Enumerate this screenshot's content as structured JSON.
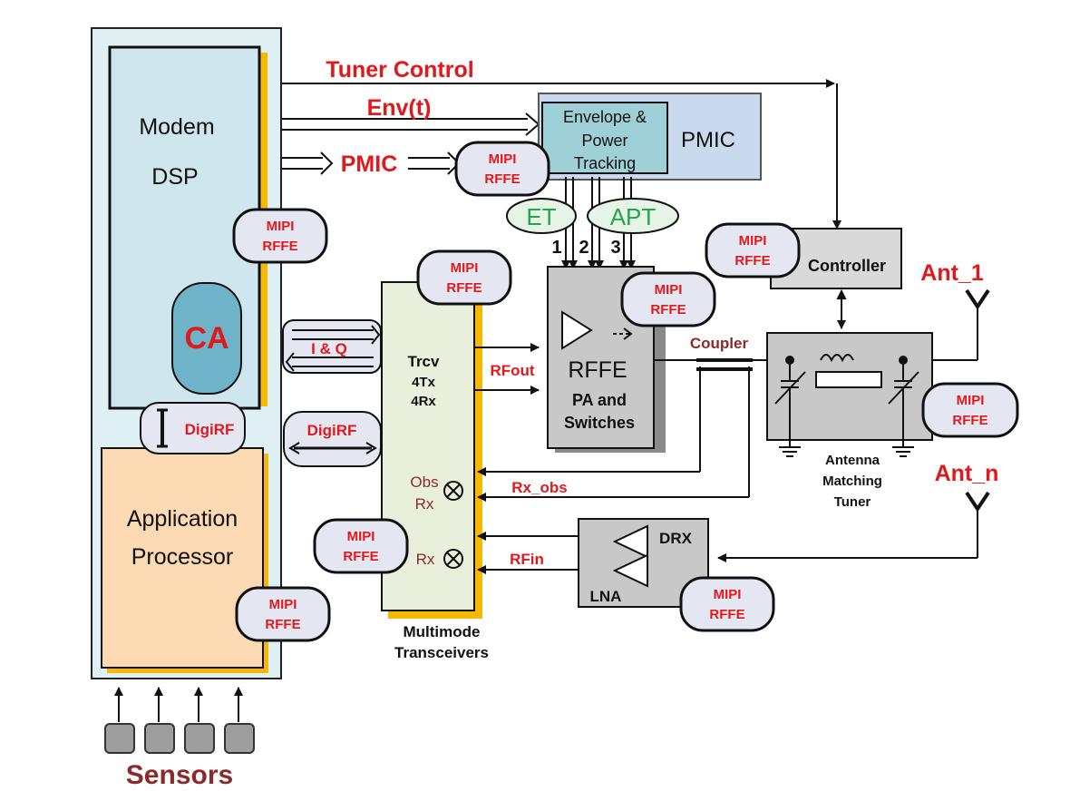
{
  "labels": {
    "modem": "Modem",
    "dsp": "DSP",
    "ca": "CA",
    "digirf_left": "DigiRF",
    "digirf_right": "DigiRF",
    "app_line1": "Application",
    "app_line2": "Processor",
    "sensors": "Sensors",
    "tuner_control": "Tuner Control",
    "envt": "Env(t)",
    "pmic_signal": "PMIC",
    "env_line1": "Envelope &",
    "env_line2": "Power",
    "env_line3": "Tracking",
    "pmic_block": "PMIC",
    "et": "ET",
    "apt": "APT",
    "num1": "1",
    "num2": "2",
    "num3": "3",
    "iq": "I & Q",
    "trcv_line1": "Trcv",
    "trcv_line2": "4Tx",
    "trcv_line3": "4Rx",
    "obs_line1": "Obs",
    "obs_line2": "Rx",
    "rx": "Rx",
    "multimode_line1": "Multimode",
    "multimode_line2": "Transceivers",
    "rfout": "RFout",
    "rx_obs": "Rx_obs",
    "rfin": "RFin",
    "rffe_title": "RFFE",
    "pa_line1": "PA and",
    "pa_line2": "Switches",
    "coupler": "Coupler",
    "controller": "Controller",
    "ant1": "Ant_1",
    "antn": "Ant_n",
    "tuner_line1": "Antenna",
    "tuner_line2": "Matching",
    "tuner_line3": "Tuner",
    "drx": "DRX",
    "lna": "LNA",
    "mipi": "MIPI",
    "rffe": "RFFE"
  },
  "colors": {
    "accent_red": "#e0191c",
    "modem_fill": "#cfe6ef",
    "app_fill": "#fbd9b3",
    "gold_shadow": "#f6b800",
    "pmic_fill": "#c9d9ee",
    "trcv_fill": "#e8f0dc",
    "gray_block": "#c8c8c8",
    "et_green": "#23a548"
  }
}
